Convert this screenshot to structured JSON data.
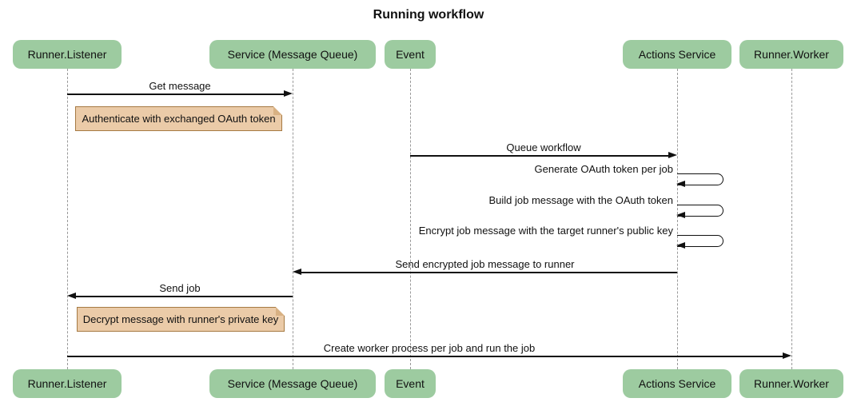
{
  "title": "Running workflow",
  "diagram_type": "sequence",
  "participants": [
    {
      "id": "runner-listener",
      "label": "Runner.Listener"
    },
    {
      "id": "service-mq",
      "label": "Service (Message Queue)"
    },
    {
      "id": "event",
      "label": "Event"
    },
    {
      "id": "actions-service",
      "label": "Actions Service"
    },
    {
      "id": "runner-worker",
      "label": "Runner.Worker"
    }
  ],
  "messages": [
    {
      "kind": "arrow",
      "from": "Runner.Listener",
      "to": "Service (Message Queue)",
      "direction": "right",
      "label": "Get message"
    },
    {
      "kind": "note",
      "over": "Runner.Listener",
      "label": "Authenticate with exchanged OAuth token"
    },
    {
      "kind": "arrow",
      "from": "Event",
      "to": "Actions Service",
      "direction": "right",
      "label": "Queue workflow"
    },
    {
      "kind": "self",
      "from": "Actions Service",
      "to": "Actions Service",
      "label": "Generate OAuth token per job"
    },
    {
      "kind": "self",
      "from": "Actions Service",
      "to": "Actions Service",
      "label": "Build job message with the OAuth token"
    },
    {
      "kind": "self",
      "from": "Actions Service",
      "to": "Actions Service",
      "label": "Encrypt job message with the target runner's public key"
    },
    {
      "kind": "arrow",
      "from": "Actions Service",
      "to": "Service (Message Queue)",
      "direction": "left",
      "label": "Send encrypted job message to runner"
    },
    {
      "kind": "arrow",
      "from": "Service (Message Queue)",
      "to": "Runner.Listener",
      "direction": "left",
      "label": "Send job"
    },
    {
      "kind": "note",
      "over": "Runner.Listener",
      "label": "Decrypt message with runner's private key"
    },
    {
      "kind": "arrow",
      "from": "Runner.Listener",
      "to": "Runner.Worker",
      "direction": "right",
      "label": "Create worker process per job and run the job"
    }
  ],
  "colors": {
    "participant_fill": "#9dcba0",
    "note_fill": "#ebcba8",
    "note_border": "#a67a43",
    "lifeline": "#999999",
    "arrow": "#111111",
    "background": "#ffffff"
  }
}
